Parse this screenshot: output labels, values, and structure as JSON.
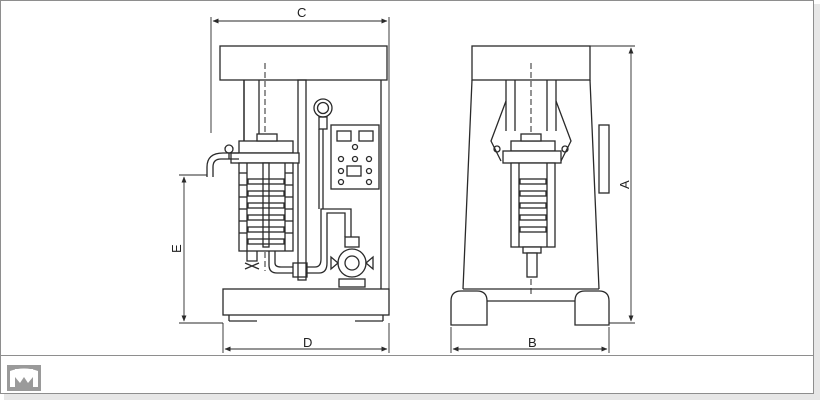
{
  "dimensions": {
    "a": "A",
    "b": "B",
    "c": "C",
    "d": "D",
    "e": "E"
  },
  "icons": {
    "logo": "vmh-logo"
  },
  "colors": {
    "line": "#2a2a2a",
    "frame": "#8e8e8e",
    "logo_bg": "#9a9a9a"
  }
}
